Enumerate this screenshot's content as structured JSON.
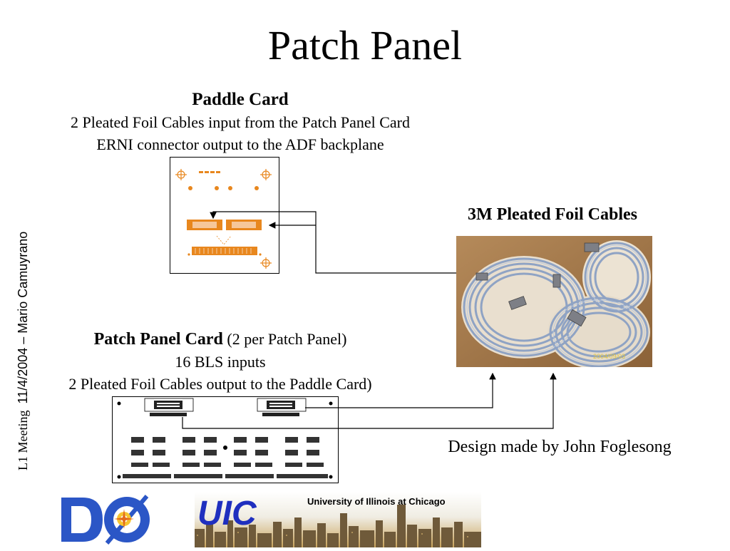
{
  "slide": {
    "title": "Patch Panel",
    "side_label": {
      "meeting": "L1 Meeting",
      "date_author": "11/4/2004 – Mario Camuyrano"
    },
    "paddle_card": {
      "heading": "Paddle Card",
      "lines": [
        "2 Pleated Foil Cables input from the Patch Panel Card",
        "ERNI connector output to the ADF backplane"
      ]
    },
    "cables": {
      "heading": "3M Pleated Foil Cables",
      "photo_date_stamp": "2004/09/03"
    },
    "patch_panel_card": {
      "heading": "Patch Panel Card",
      "heading_note": "(2 per Patch Panel)",
      "lines": [
        "16 BLS inputs",
        "2 Pleated Foil Cables output to the Paddle Card)"
      ]
    },
    "credit": "Design made by John Foglesong",
    "logos": {
      "uic_text": "UIC",
      "uic_banner": "University of Illinois at Chicago"
    },
    "colors": {
      "connector_orange": "#e8871e",
      "cable_blue": "#8fa3c4",
      "uic_blue": "#1f2fbf",
      "d0_blue": "#2b56c6"
    }
  }
}
